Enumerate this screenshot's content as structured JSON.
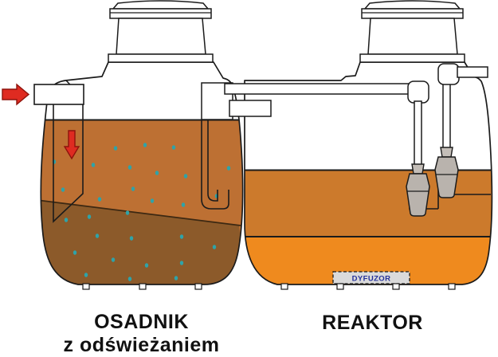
{
  "diagram": {
    "left_tank": {
      "label_line1": "OSADNIK",
      "label_line2": "z odświeżaniem"
    },
    "right_tank": {
      "label": "REAKTOR"
    },
    "diffuser": {
      "label": "DYFUZOR"
    },
    "icons": {
      "inlet_arrow": "red-arrow-right",
      "internal_flow_arrow": "red-arrow-down"
    },
    "colors": {
      "settler_liquid_upper": "#BD7033",
      "settler_sludge_lower": "#8C5A2A",
      "reactor_liquid_upper": "#CC7A2C",
      "reactor_liquid_lower": "#EF8A1E",
      "arrow_red": "#DF2B21",
      "bubble_teal": "#2FA3A8",
      "pump_grey": "#B9B3AD",
      "diffuser_box_grey": "#DADADA",
      "diffuser_text_blue": "#24319B",
      "outline": "#1B1B1B"
    }
  }
}
